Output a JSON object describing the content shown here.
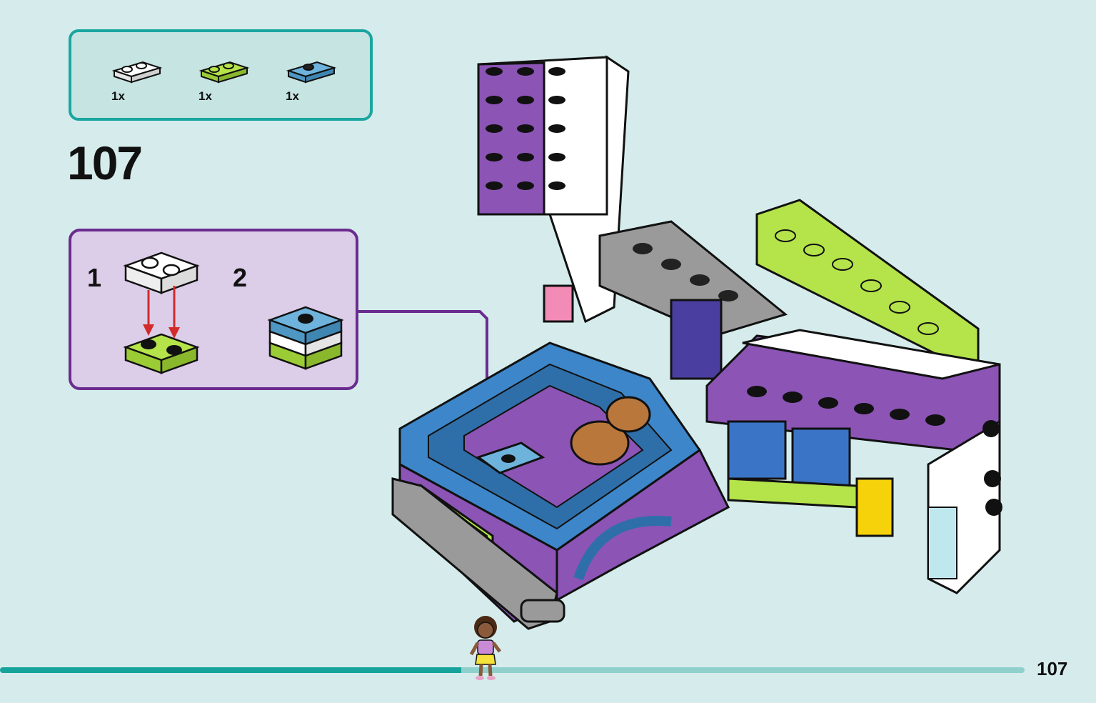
{
  "parts": [
    {
      "name": "white 1x2 plate",
      "color": "#ffffff",
      "quantity": "1x"
    },
    {
      "name": "lime 1x2 plate",
      "color": "#a6d93a",
      "quantity": "1x"
    },
    {
      "name": "medium blue 1x2 jumper plate",
      "color": "#5fa8d3",
      "quantity": "1x"
    }
  ],
  "step": {
    "number": "107"
  },
  "substeps": [
    {
      "number": "1"
    },
    {
      "number": "2"
    }
  ],
  "colors": {
    "teal_accent": "#1aa6a0",
    "purple_accent": "#6a2c8e",
    "arrow_red": "#d12b2b",
    "background": "#d6ecec"
  },
  "progress": {
    "fraction": 0.45
  },
  "page": {
    "number": "107"
  }
}
